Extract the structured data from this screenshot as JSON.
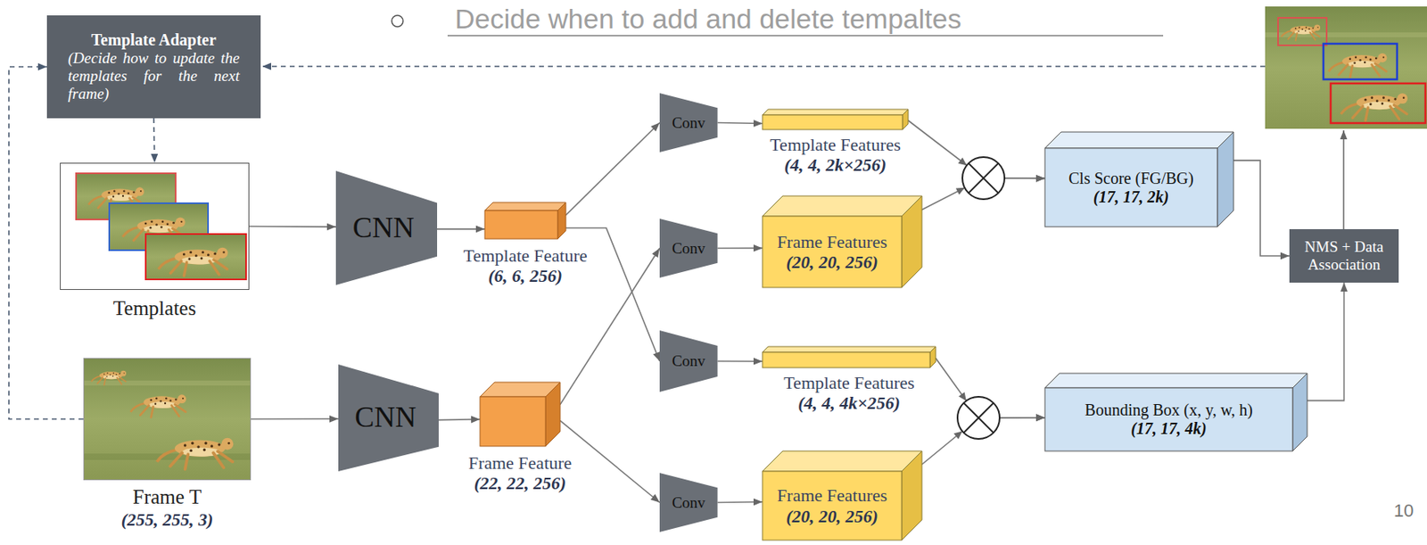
{
  "diagram": {
    "nodes": [
      {
        "text": [
          "Template Adapter",
          "(Decide how to update the templates for the next frame)"
        ]
      },
      {
        "text": [
          "Templates"
        ]
      },
      {
        "text": [
          "Frame T",
          "(255, 255, 3)"
        ]
      },
      {
        "text": [
          "CNN"
        ]
      },
      {
        "text": [
          "CNN"
        ]
      },
      {
        "text": [
          "Template Feature",
          "(6, 6, 256)"
        ]
      },
      {
        "text": [
          "Frame Feature",
          "(22, 22, 256)"
        ]
      },
      {
        "text": [
          "Conv"
        ]
      },
      {
        "text": [
          "Conv"
        ]
      },
      {
        "text": [
          "Conv"
        ]
      },
      {
        "text": [
          "Conv"
        ]
      },
      {
        "text": [
          "Template Features",
          "(4, 4, 2k×256)"
        ]
      },
      {
        "text": [
          "Frame Features",
          "(20, 20, 256)"
        ]
      },
      {
        "text": [
          "Template Features",
          "(4, 4, 4k×256)"
        ]
      },
      {
        "text": [
          "Frame Features",
          "(20, 20, 256)"
        ]
      },
      {
        "text": [
          "Cls Score (FG/BG)",
          "(17, 17, 2k)"
        ]
      },
      {
        "text": [
          "Bounding Box (x, y, w, h)",
          "(17, 17, 4k)"
        ]
      },
      {
        "text": [
          "NMS + Data Association"
        ]
      }
    ],
    "edges": [
      {
        "from": 0,
        "to": 1,
        "arrow": "to"
      },
      {
        "from": 2,
        "to": 0,
        "arrow": "to"
      },
      {
        "from": 1,
        "to": 3,
        "arrow": "to"
      },
      {
        "from": 2,
        "to": 4,
        "arrow": "to"
      },
      {
        "from": 3,
        "to": 5,
        "arrow": "to"
      },
      {
        "from": 4,
        "to": 6,
        "arrow": "to"
      },
      {
        "from": 5,
        "to": 7,
        "arrow": "to"
      },
      {
        "from": 5,
        "to": 9,
        "arrow": "to"
      },
      {
        "from": 6,
        "to": 8,
        "arrow": "to"
      },
      {
        "from": 6,
        "to": 10,
        "arrow": "to"
      },
      {
        "from": 7,
        "to": 11,
        "arrow": "to"
      },
      {
        "from": 8,
        "to": 12,
        "arrow": "to"
      },
      {
        "from": 9,
        "to": 13,
        "arrow": "to"
      },
      {
        "from": 10,
        "to": 14,
        "arrow": "to"
      },
      {
        "from": 11,
        "to": 15,
        "arrow": "to"
      },
      {
        "from": 12,
        "to": 15,
        "arrow": "to"
      },
      {
        "from": 13,
        "to": 16,
        "arrow": "to"
      },
      {
        "from": 14,
        "to": 16,
        "arrow": "to"
      },
      {
        "from": 15,
        "to": 17,
        "arrow": "to"
      },
      {
        "from": 16,
        "to": 17,
        "arrow": "to"
      }
    ],
    "labels": [
      "Decide when to add and delete tempaltes",
      "10"
    ]
  }
}
